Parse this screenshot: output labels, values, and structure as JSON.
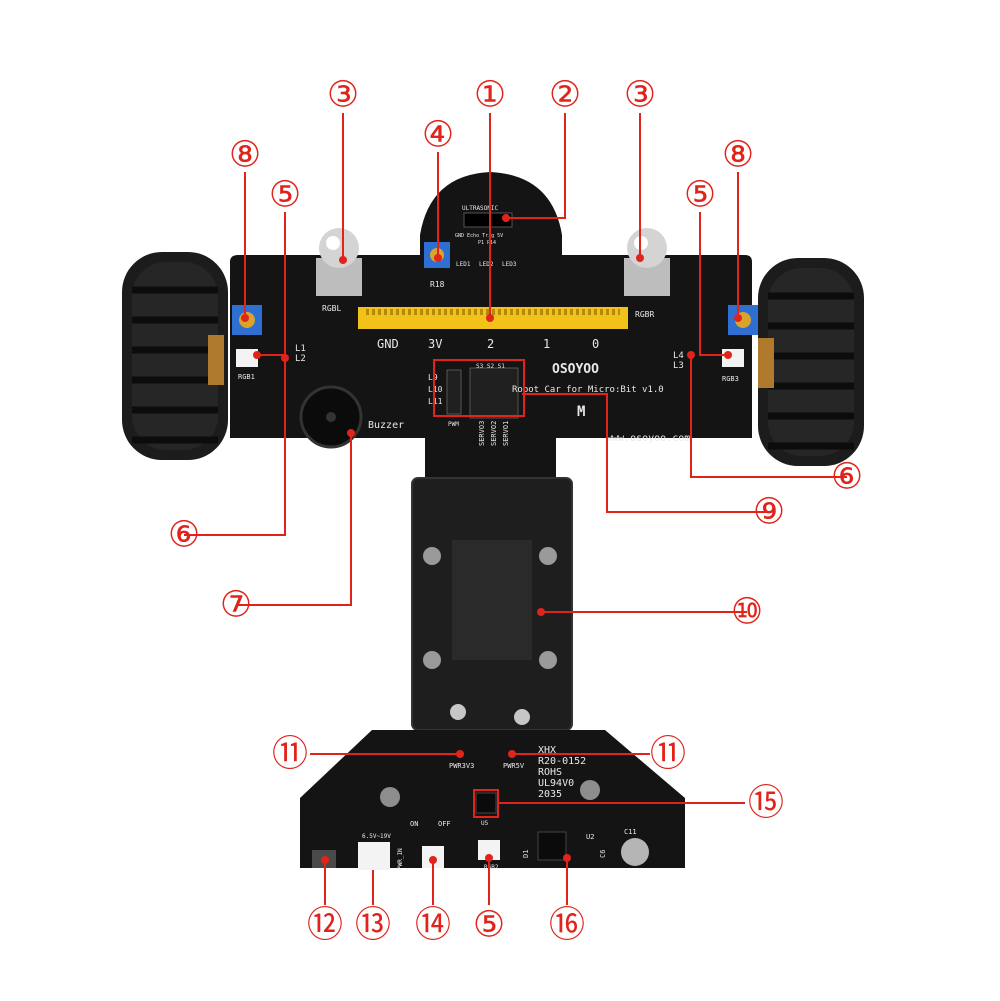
{
  "colors": {
    "callout": "#e0241b",
    "pcb": "#141414",
    "silk": "#e8e8e8",
    "tire": "#1c1c1c",
    "header": "#f2c21b",
    "pot": "#2f6fd1"
  },
  "board": {
    "brand": "OSOYOO",
    "title": "Robot Car for Micro:Bit v1.0",
    "website": "www.osoyoo.com",
    "buzzer": "Buzzer",
    "pins": [
      "GND",
      "3V",
      "2",
      "1",
      "0"
    ],
    "sonic": "ULTRASONIC",
    "sonic_pins": "GND Echo Trig 5V",
    "sonic_sub": "P1 P14",
    "pot_left": "R18",
    "rgb_left": "RGBL",
    "rgb_right": "RGBR",
    "rgb1": "RGB1",
    "rgb3": "RGB3",
    "rgb2": "RGB2",
    "leds": [
      "LED1",
      "LED2",
      "LED3"
    ],
    "left_l": [
      "L1",
      "L2"
    ],
    "right_l": [
      "L4",
      "L3"
    ],
    "l_group": [
      "L9",
      "L10",
      "L11"
    ],
    "servos": [
      "SERVO3",
      "SERVO2",
      "SERVO1"
    ],
    "servo_hdr": "S3 S2 S1",
    "pwm": "PWM",
    "motor": "M",
    "pwr3v3": "PWR3V3",
    "pwr5v": "PWR5V",
    "xhx": [
      "XHX",
      "R20-0152",
      "ROHS",
      "UL94V0",
      "2035"
    ],
    "on": "ON",
    "off": "OFF",
    "pwr_in": "PWR_IN",
    "volt": "6.5V~19V",
    "u5": "U5",
    "u2": "U2",
    "d1": "D1",
    "c11": "C11",
    "c6": "C6"
  },
  "callouts": [
    {
      "label": "①"
    },
    {
      "label": "②"
    },
    {
      "label": "③"
    },
    {
      "label": "④"
    },
    {
      "label": "③"
    },
    {
      "label": "⑧"
    },
    {
      "label": "⑤"
    },
    {
      "label": "⑤"
    },
    {
      "label": "⑧"
    },
    {
      "label": "⑥"
    },
    {
      "label": "⑨"
    },
    {
      "label": "⑥"
    },
    {
      "label": "⑦"
    },
    {
      "label": "⑩"
    },
    {
      "label": "⑪"
    },
    {
      "label": "⑪"
    },
    {
      "label": "⑮"
    },
    {
      "label": "⑫"
    },
    {
      "label": "⑬"
    },
    {
      "label": "⑭"
    },
    {
      "label": "⑤"
    },
    {
      "label": "⑯"
    }
  ]
}
